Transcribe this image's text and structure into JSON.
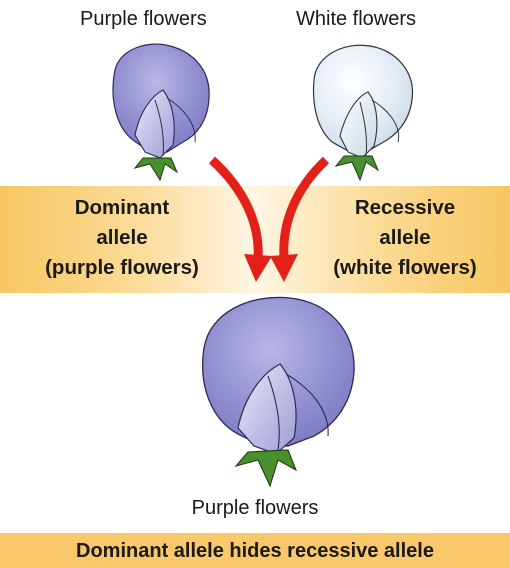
{
  "top": {
    "left_label": "Purple flowers",
    "right_label": "White flowers"
  },
  "left_allele": {
    "line1": "Dominant",
    "line2": "allele",
    "line3": "(purple flowers)"
  },
  "right_allele": {
    "line1": "Recessive",
    "line2": "allele",
    "line3": "(white flowers)"
  },
  "bottom_label": "Purple flowers",
  "footer": "Dominant allele hides recessive allele",
  "colors": {
    "band": "#f7c660",
    "arrow": "#e32119",
    "purple_petal": "#9a98d6",
    "white_petal": "#e6eef5",
    "leaf": "#4a8f2e"
  }
}
